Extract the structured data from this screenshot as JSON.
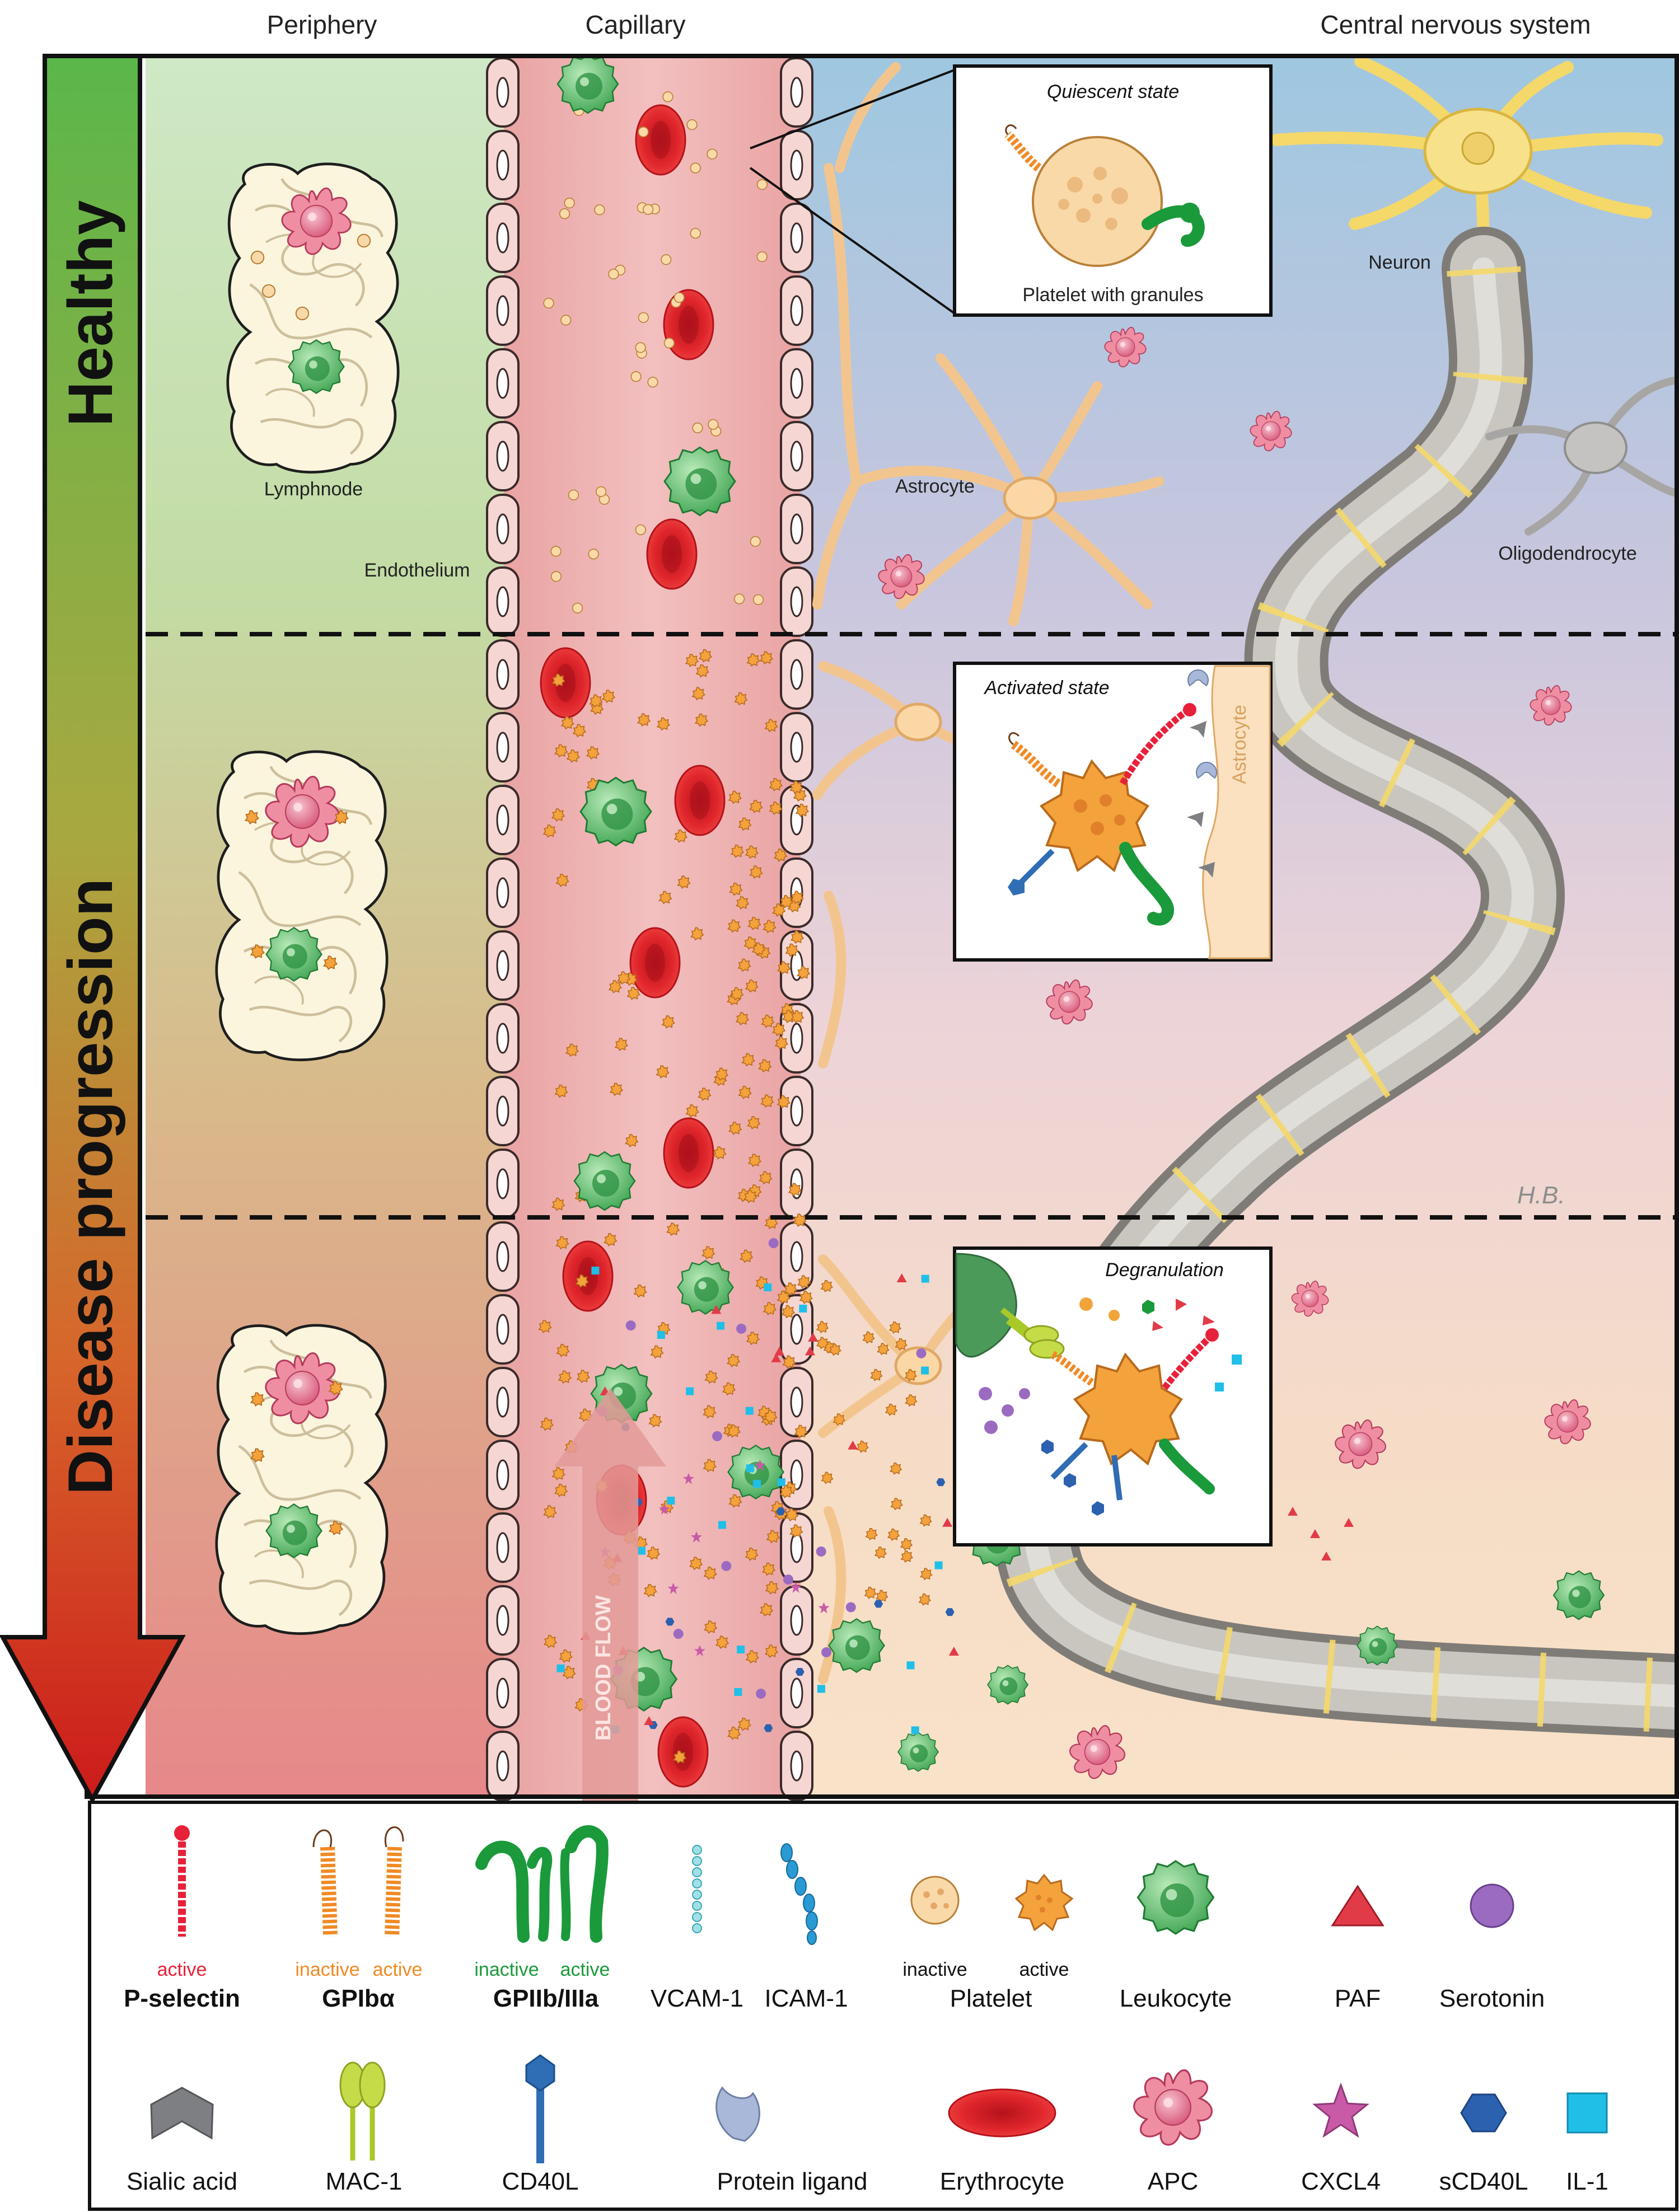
{
  "headers": {
    "periphery": "Periphery",
    "capillary": "Capillary",
    "cns": "Central nervous system"
  },
  "arrow": {
    "healthy": "Healthy",
    "progression": "Disease progression"
  },
  "labels": {
    "lymphnode": "Lymphnode",
    "endothelium": "Endothelium",
    "astrocyte": "Astrocyte",
    "neuron": "Neuron",
    "oligodendrocyte": "Oligodendrocyte",
    "blood_flow": "BLOOD FLOW",
    "signature": "H.B."
  },
  "insets": {
    "quiescent_title": "Quiescent state",
    "quiescent_caption": "Platelet with granules",
    "activated_title": "Activated state",
    "activated_side": "Astrocyte",
    "degranulation_title": "Degranulation"
  },
  "legend": {
    "pselectin": {
      "state": "active",
      "name": "P-selectin"
    },
    "gpiba": {
      "inactive": "inactive",
      "active": "active",
      "name": "GPIbα"
    },
    "gpiib": {
      "inactive": "inactive",
      "active": "active",
      "name": "GPIIb/IIIa"
    },
    "vcam": "VCAM-1",
    "icam": "ICAM-1",
    "platelet": {
      "inactive": "inactive",
      "active": "active",
      "name": "Platelet"
    },
    "leukocyte": "Leukocyte",
    "paf": "PAF",
    "serotonin": "Serotonin",
    "sialic": "Sialic acid",
    "mac1": "MAC-1",
    "cd40l": "CD40L",
    "protein_ligand": "Protein ligand",
    "erythrocyte": "Erythrocyte",
    "apc": "APC",
    "cxcl4": "CXCL4",
    "scd40l": "sCD40L",
    "il1": "IL-1"
  },
  "colors": {
    "pselectin": "#e8213a",
    "gpiba": "#f08a24",
    "gpiib": "#1a9a3a",
    "platelet_inactive": "#f7d19a",
    "platelet_active": "#f4a23c",
    "leukocyte": "#5cbf6a",
    "apc": "#e9768d",
    "erythrocyte": "#e0262c",
    "paf": "#e23b48",
    "serotonin": "#9b6bc2",
    "cxcl4": "#c95aa8",
    "scd40l": "#2c61b0",
    "il1": "#1fbfe8",
    "sialic": "#7d7f82",
    "mac1": "#a9c928",
    "cd40l": "#2f6db4",
    "protein_ligand": "#a9b8d8"
  }
}
